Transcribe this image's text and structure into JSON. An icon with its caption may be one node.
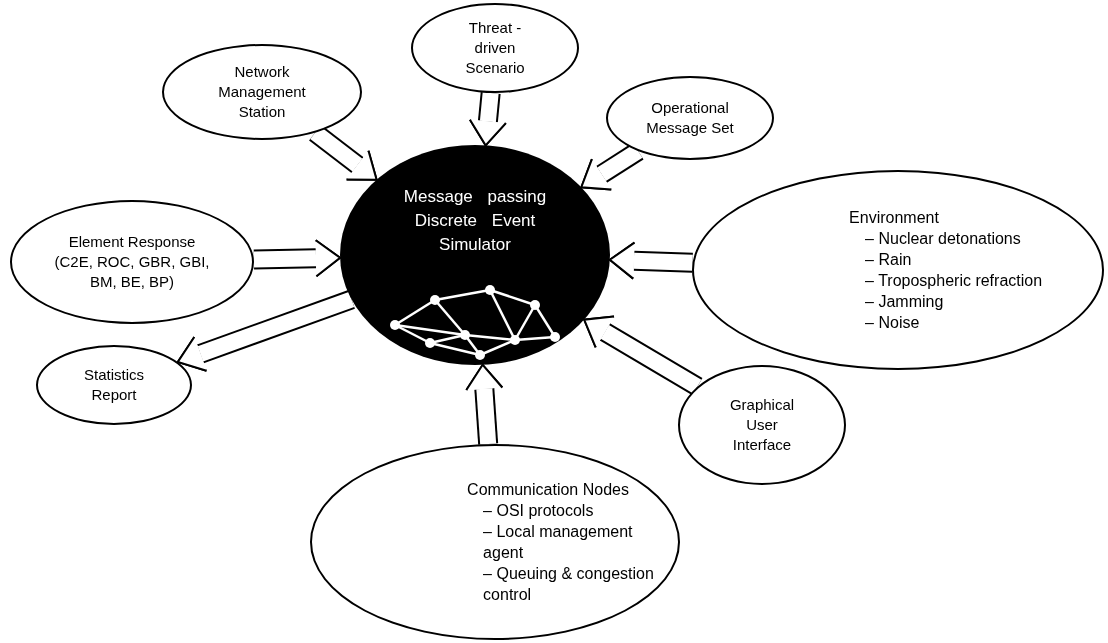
{
  "diagram": {
    "nodes": [
      {
        "text": [
          "Message passing Discrete Event Simulator"
        ]
      },
      {
        "text": [
          "Network Management Station"
        ]
      },
      {
        "text": [
          "Threat - driven Scenario"
        ]
      },
      {
        "text": [
          "Operational Message Set"
        ]
      },
      {
        "text": [
          "Environment",
          "– Nuclear detonations",
          "– Rain",
          "– Tropospheric refraction",
          "– Jamming",
          "– Noise"
        ]
      },
      {
        "text": [
          "Element Response (C2E, ROC, GBR, GBI, BM, BE, BP)"
        ]
      },
      {
        "text": [
          "Statistics Report"
        ]
      },
      {
        "text": [
          "Communication Nodes",
          "– OSI protocols",
          "– Local management agent",
          "– Queuing & congestion control"
        ]
      },
      {
        "text": [
          "Graphical User Interface"
        ]
      }
    ],
    "edges": [
      {
        "from": 1,
        "to": 0,
        "arrow": "to"
      },
      {
        "from": 2,
        "to": 0,
        "arrow": "to"
      },
      {
        "from": 3,
        "to": 0,
        "arrow": "to"
      },
      {
        "from": 4,
        "to": 0,
        "arrow": "to"
      },
      {
        "from": 5,
        "to": 0,
        "arrow": "to"
      },
      {
        "from": 0,
        "to": 6,
        "arrow": "to"
      },
      {
        "from": 7,
        "to": 0,
        "arrow": "to"
      },
      {
        "from": 8,
        "to": 0,
        "arrow": "to"
      }
    ]
  }
}
